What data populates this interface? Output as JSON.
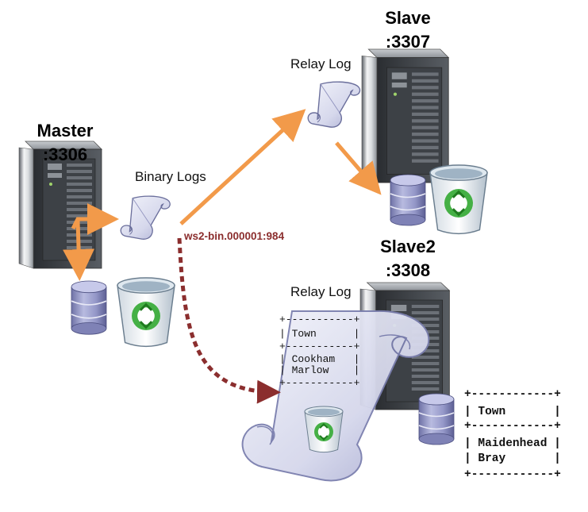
{
  "master": {
    "name": "Master",
    "port": ":3306",
    "log_label": "Binary Logs"
  },
  "slave": {
    "name": "Slave",
    "port": ":3307",
    "log_label": "Relay Log"
  },
  "slave2": {
    "name": "Slave2",
    "port": ":3308",
    "log_label": "Relay Log"
  },
  "replication_position": "ws2-bin.000001:984",
  "relay_table": {
    "border": "+-----------+",
    "header": "| Town      |",
    "rows": [
      "| Cookham   |",
      "| Marlow    |"
    ]
  },
  "slave2_table": {
    "border": "+------------+",
    "header": "| Town       |",
    "rows": [
      "| Maidenhead |",
      "| Bray       |"
    ]
  },
  "colors": {
    "replication_arrow": "#f29a4a",
    "pending_arrow": "#8b2e2e",
    "database": "#8c8fc0",
    "recycle_bin": "#3aa83a"
  },
  "icons": {
    "server": "server-tower-icon",
    "log": "scroll-log-icon",
    "database": "database-cylinder-icon",
    "bin": "recycle-bin-icon"
  }
}
